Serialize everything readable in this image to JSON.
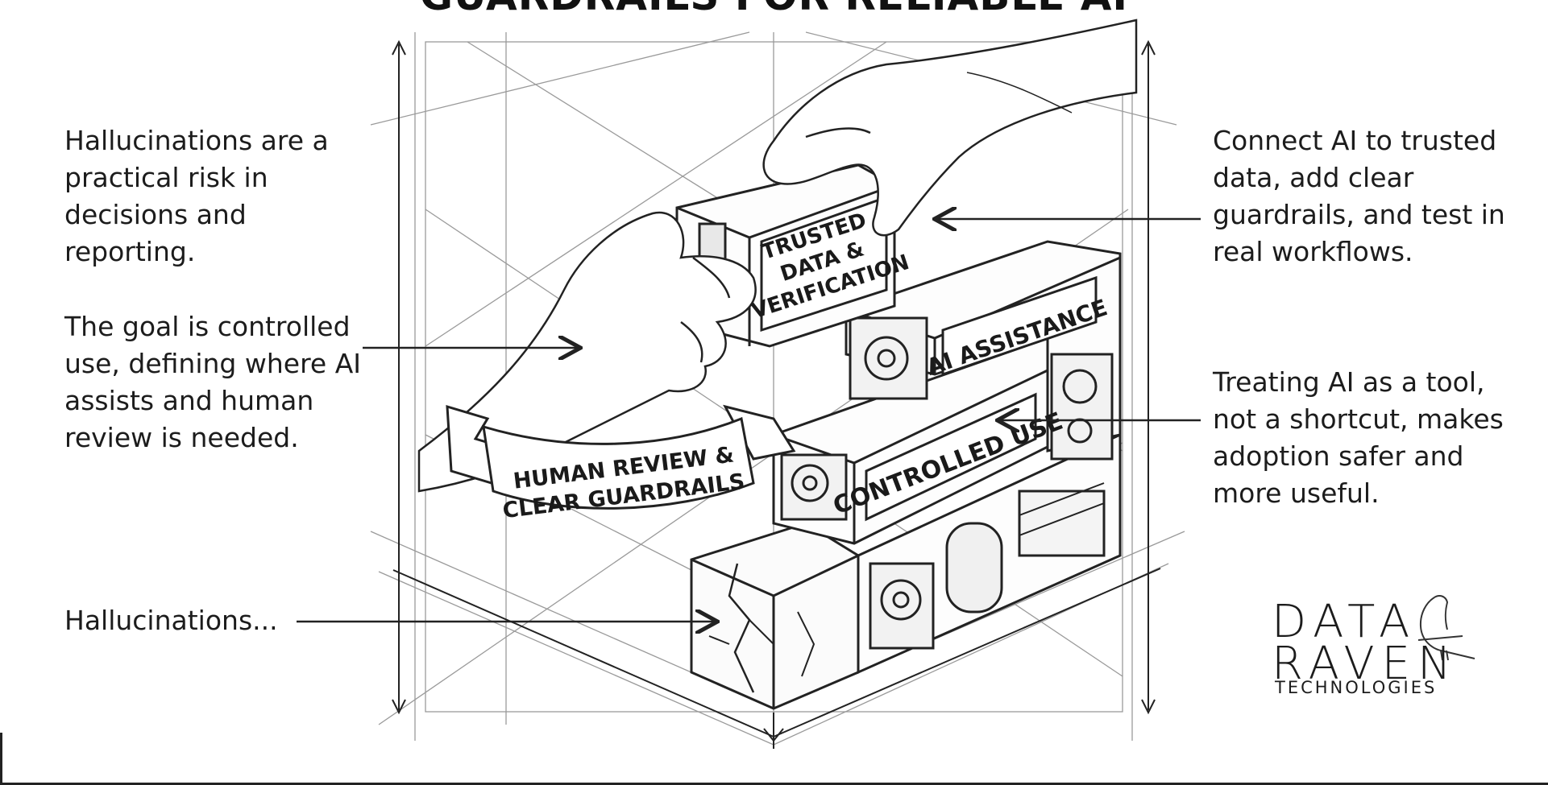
{
  "title": "GUARDRAILS FOR RELIABLE AI",
  "notes": {
    "top_left": "Hallucinations are a practical risk in decisions and reporting.",
    "mid_left": "The goal is controlled use, defining where AI assists and human review is needed.",
    "bottom_left": "Hallucinations...",
    "top_right": "Connect AI to trusted data, add clear guardrails, and test in real workflows.",
    "mid_right": "Treating AI as a tool, not a shortcut, makes adoption safer and more useful."
  },
  "blocks": {
    "trusted": [
      "TRUSTED",
      "DATA &",
      "VERIFICATION"
    ],
    "assistance": "AI ASSISTANCE",
    "controlled": "CONTROLLED USE"
  },
  "banner": [
    "HUMAN REVIEW &",
    "CLEAR GUARDRAILS"
  ],
  "logo": {
    "line1": "DATA",
    "line2": "RAVEN",
    "line3": "TECHNOLOGIES"
  }
}
